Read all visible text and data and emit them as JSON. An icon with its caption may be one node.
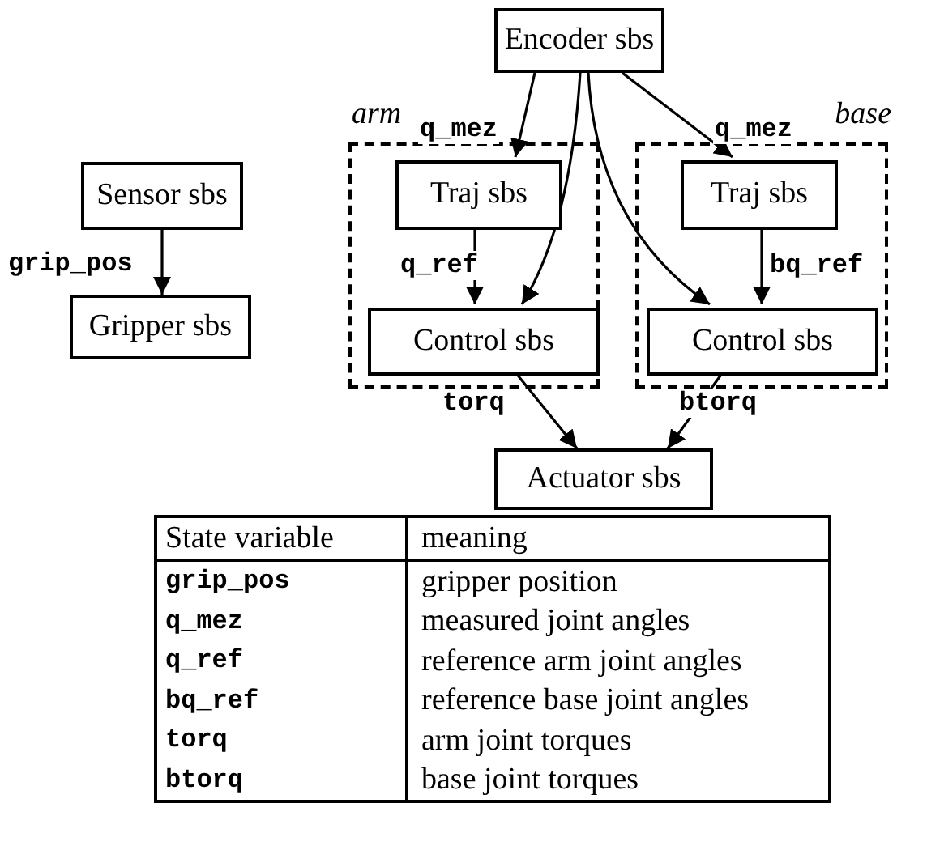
{
  "diagram": {
    "nodes": [
      {
        "text": [
          "Encoder sbs"
        ]
      },
      {
        "text": [
          "arm"
        ]
      },
      {
        "text": [
          "Traj sbs"
        ],
        "in": 1
      },
      {
        "text": [
          "Control sbs"
        ],
        "in": 1
      },
      {
        "text": [
          "base"
        ]
      },
      {
        "text": [
          "Traj sbs"
        ],
        "in": 4
      },
      {
        "text": [
          "Control sbs"
        ],
        "in": 4
      },
      {
        "text": [
          "Sensor sbs"
        ]
      },
      {
        "text": [
          "Gripper sbs"
        ]
      },
      {
        "text": [
          "Actuator sbs"
        ]
      }
    ],
    "edges": [
      {
        "from": 0,
        "to": 2,
        "arrow": "to",
        "label": "q_mez"
      },
      {
        "from": 0,
        "to": 3,
        "arrow": "to"
      },
      {
        "from": 0,
        "to": 6,
        "arrow": "to"
      },
      {
        "from": 0,
        "to": 5,
        "arrow": "to",
        "label": "q_mez"
      },
      {
        "from": 2,
        "to": 3,
        "arrow": "to",
        "label": "q_ref"
      },
      {
        "from": 5,
        "to": 6,
        "arrow": "to",
        "label": "bq_ref"
      },
      {
        "from": 3,
        "to": 9,
        "arrow": "to",
        "label": "torq"
      },
      {
        "from": 6,
        "to": 9,
        "arrow": "to",
        "label": "btorq"
      },
      {
        "from": 7,
        "to": 8,
        "arrow": "to",
        "label": "grip_pos"
      }
    ],
    "labels": [
      "State variable",
      "meaning",
      "grip_pos",
      "gripper position",
      "q_mez",
      "measured joint angles",
      "q_ref",
      "reference arm joint angles",
      "bq_ref",
      "reference base joint angles",
      "torq",
      "arm joint torques",
      "btorq",
      "base joint torques"
    ]
  }
}
